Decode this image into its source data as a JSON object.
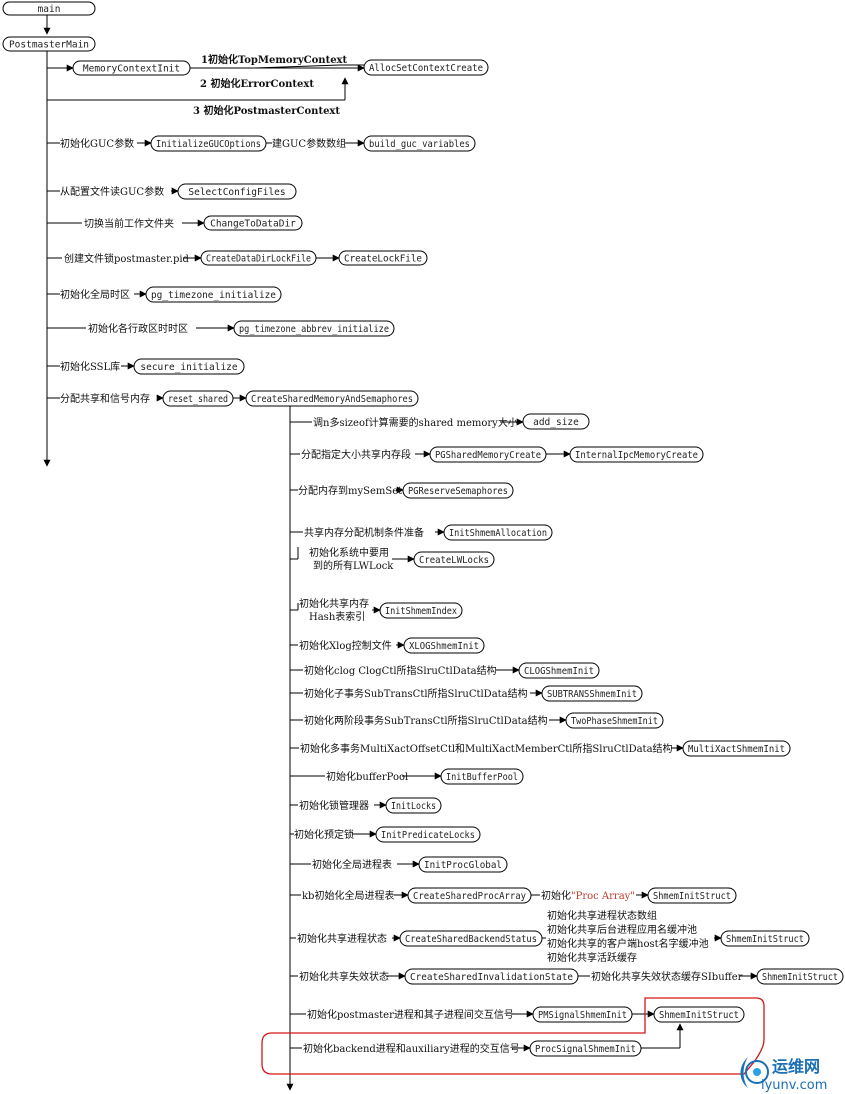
{
  "nodes": {
    "main": "main",
    "postmaster_main": "PostmasterMain",
    "memory_context_init": "MemoryContextInit",
    "alloc_set_context_create": "AllocSetContextCreate",
    "initialize_guc_options": "InitializeGUCOptions",
    "build_guc_variables": "build_guc_variables",
    "select_config_files": "SelectConfigFiles",
    "change_to_data_dir": "ChangeToDataDir",
    "create_data_dir_lock_file": "CreateDataDirLockFile",
    "create_lock_file": "CreateLockFile",
    "pg_timezone_initialize": "pg_timezone_initialize",
    "pg_timezone_abbrev_initialize": "pg_timezone_abbrev_initialize",
    "secure_initialize": "secure_initialize",
    "reset_shared": "reset_shared",
    "create_shared_memory_and_semaphores": "CreateSharedMemoryAndSemaphores",
    "add_size": "add_size",
    "pg_shared_memory_create": "PGSharedMemoryCreate",
    "internal_ipc_memory_create": "InternalIpcMemoryCreate",
    "pg_reserve_semaphores": "PGReserveSemaphores",
    "init_shmem_allocation": "InitShmemAllocation",
    "create_lwlocks": "CreateLWLocks",
    "init_shmem_index": "InitShmemIndex",
    "xlog_shmem_init": "XLOGShmemInit",
    "clog_shmem_init": "CLOGShmemInit",
    "subtrans_shmem_init": "SUBTRANSShmemInit",
    "two_phase_shmem_init": "TwoPhaseShmemInit",
    "multixact_shmem_init": "MultiXactShmemInit",
    "init_buffer_pool": "InitBufferPool",
    "init_locks": "InitLocks",
    "init_predicate_locks": "InitPredicateLocks",
    "init_proc_global": "InitProcGlobal",
    "create_shared_proc_array": "CreateSharedProcArray",
    "shmem_init_struct_1": "ShmemInitStruct",
    "create_shared_backend_status": "CreateSharedBackendStatus",
    "shmem_init_struct_2": "ShmemInitStruct",
    "create_shared_invalidation_state": "CreateSharedInvalidationState",
    "shmem_init_struct_3": "ShmemInitStruct",
    "pm_signal_shmem_init": "PMSignalShmemInit",
    "shmem_init_struct_4": "ShmemInitStruct",
    "proc_signal_shmem_init": "ProcSignalShmemInit"
  },
  "labels": {
    "top_memory_context": "1初始化TopMemoryContext",
    "error_context": "2 初始化ErrorContext",
    "postmaster_context": "3 初始化PostmasterContext",
    "init_guc": "初始化GUC参数",
    "build_guc_array": "建GUC参数数组",
    "read_guc_from_config": "从配置文件读GUC参数",
    "switch_work_dir": "切换当前工作文件夹",
    "create_file_lock": "创建文件锁postmaster.pid",
    "init_global_timezone": "初始化全局时区",
    "init_admin_timezone": "初始化各行政区时时区",
    "init_ssl": "初始化SSL库",
    "alloc_shared_signal": "分配共享和信号内存",
    "calc_shared_size": "调n多sizeof计算需要的shared memory大小",
    "alloc_shared_segment": "分配指定大小共享内存段",
    "alloc_to_mysemset": "分配内存到mySemSet",
    "shared_alloc_prepare": "共享内存分配机制条件准备",
    "init_lwlock_line1": "初始化系统中要用",
    "init_lwlock_line2": "到的所有LWLock",
    "init_hash_line1": "初始化共享内存",
    "init_hash_line2": "Hash表索引",
    "init_xlog": "初始化Xlog控制文件",
    "init_clog": "初始化clog ClogCtl所指SlruCtlData结构",
    "init_subtrans": "初始化子事务SubTransCtl所指SlruCtlData结构",
    "init_two_phase": "初始化两阶段事务SubTransCtl所指SlruCtlData结构",
    "init_multixact": "初始化多事务MultiXactOffsetCtl和MultiXactMemberCtl所指SlruCtlData结构",
    "init_buffer_pool": "初始化bufferPool",
    "init_lock_manager": "初始化锁管理器",
    "init_predicate_lock": "初始化预定锁",
    "init_global_proc": "初始化全局进程表",
    "kb_init_global_proc": "kb初始化全局进程表",
    "init_proc_array_prefix": "初始化",
    "init_proc_array_quoted": "\"Proc Array\"",
    "init_shared_proc_status": "初始化共享进程状态",
    "backend_line1": "初始化共享进程状态数组",
    "backend_line2": "初始化共享后台进程应用名缓冲池",
    "backend_line3": "初始化共享的客户端host名字缓冲池",
    "backend_line4": "初始化共享活跃缓存",
    "init_shared_inval": "初始化共享失效状态",
    "init_inval_sibuffer": "初始化共享失效状态缓存SIbuffer",
    "init_postmaster_signal": "初始化postmaster进程和其子进程间交互信号",
    "init_backend_signal": "初始化backend进程和auxiliary进程的交互信号"
  },
  "watermark": {
    "cn": "运维网",
    "url": "iyunv.com"
  },
  "colors": {
    "line": "#000000",
    "highlight": "#d01818",
    "watermark": "#1a6fb5",
    "quoted_text": "#c0392b"
  }
}
